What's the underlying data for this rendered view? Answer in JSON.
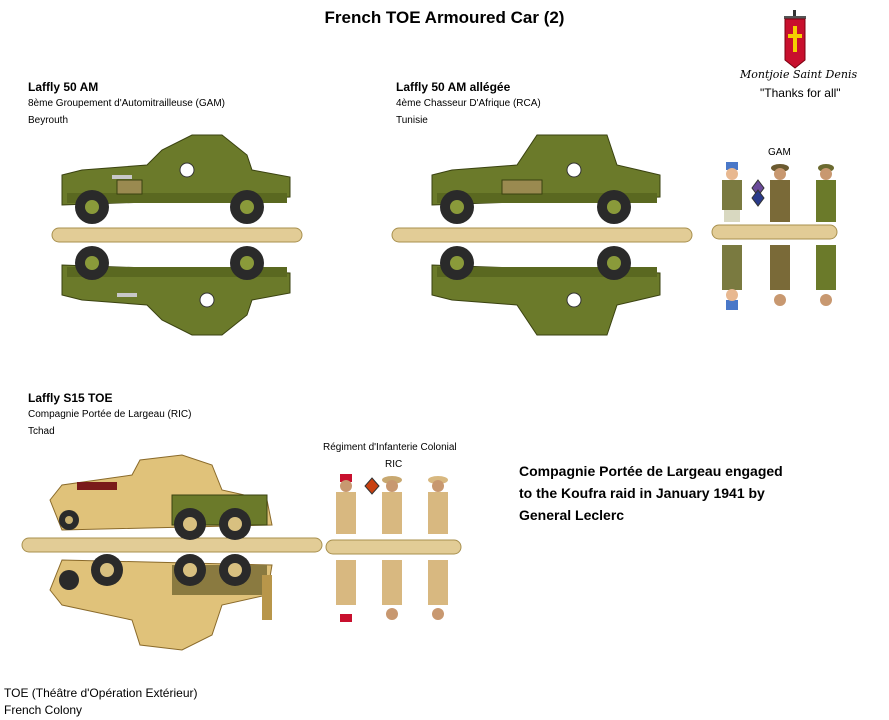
{
  "title": "French TOE Armoured Car (2)",
  "emblem": {
    "line1": "Montjoie Saint Denis",
    "line2": "\"Thanks for all\""
  },
  "vehicles": [
    {
      "name": "Laffly 50 AM",
      "unit": "8ème Groupement d'Automitrailleuse (GAM)",
      "location": "Beyrouth"
    },
    {
      "name": "Laffly 50 AM allégée",
      "unit": "4ème Chasseur D'Afrique (RCA)",
      "location": "Tunisie"
    },
    {
      "name": "Laffly S15 TOE",
      "unit": "Compagnie Portée de Largeau (RIC)",
      "location": "Tchad"
    }
  ],
  "figures": {
    "gam_label": "GAM",
    "ric_regiment": "Régiment d'Infanterie Colonial",
    "ric_label": "RIC"
  },
  "note": {
    "line1": "Compagnie Portée de Largeau engaged",
    "line2": "to the Koufra raid in January 1941 by",
    "line3": "General Leclerc"
  },
  "footer": {
    "line1": "TOE (Théâtre d'Opération Extérieur)",
    "line2": "French Colony"
  },
  "colors": {
    "olive": "#6b7a2a",
    "olive_dark": "#4a5418",
    "sand": "#e0c27a",
    "sand_dark": "#b8964a",
    "base": "#e2cc96",
    "khaki": "#8a7a40",
    "banner_red": "#c8102e",
    "banner_cross": "#f5d000"
  }
}
